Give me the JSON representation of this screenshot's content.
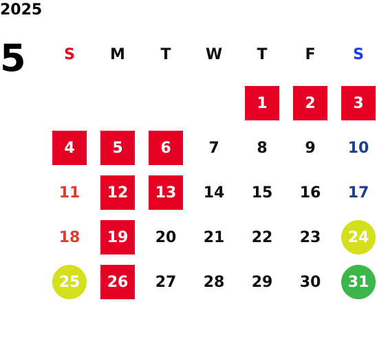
{
  "header": {
    "year": "2025",
    "month": "5"
  },
  "weekdays": [
    {
      "label": "S",
      "color": "#e60023"
    },
    {
      "label": "M",
      "color": "#111111"
    },
    {
      "label": "T",
      "color": "#111111"
    },
    {
      "label": "W",
      "color": "#111111"
    },
    {
      "label": "T",
      "color": "#111111"
    },
    {
      "label": "F",
      "color": "#111111"
    },
    {
      "label": "S",
      "color": "#1a3cf0"
    }
  ],
  "colors": {
    "holiday_red": "#e60023",
    "sunday_text_red": "#e53b2e",
    "saturday_text_blue": "#1b3f95",
    "highlight_yellow": "#d4df1e",
    "highlight_green": "#3cb54a"
  },
  "days": [
    {
      "label": "1",
      "style": "red"
    },
    {
      "label": "2",
      "style": "red"
    },
    {
      "label": "3",
      "style": "red"
    },
    {
      "label": "4",
      "style": "red"
    },
    {
      "label": "5",
      "style": "red"
    },
    {
      "label": "6",
      "style": "red"
    },
    {
      "label": "7",
      "style": "black"
    },
    {
      "label": "8",
      "style": "black"
    },
    {
      "label": "9",
      "style": "black"
    },
    {
      "label": "10",
      "style": "blue"
    },
    {
      "label": "11",
      "style": "redtext"
    },
    {
      "label": "12",
      "style": "red"
    },
    {
      "label": "13",
      "style": "red"
    },
    {
      "label": "14",
      "style": "black"
    },
    {
      "label": "15",
      "style": "black"
    },
    {
      "label": "16",
      "style": "black"
    },
    {
      "label": "17",
      "style": "blue"
    },
    {
      "label": "18",
      "style": "redtext"
    },
    {
      "label": "19",
      "style": "red"
    },
    {
      "label": "20",
      "style": "black"
    },
    {
      "label": "21",
      "style": "black"
    },
    {
      "label": "22",
      "style": "black"
    },
    {
      "label": "23",
      "style": "black"
    },
    {
      "label": "24",
      "style": "circle-yellow"
    },
    {
      "label": "25",
      "style": "circle-yellow"
    },
    {
      "label": "26",
      "style": "red"
    },
    {
      "label": "27",
      "style": "black"
    },
    {
      "label": "28",
      "style": "black"
    },
    {
      "label": "29",
      "style": "black"
    },
    {
      "label": "30",
      "style": "black"
    },
    {
      "label": "31",
      "style": "circle-green"
    }
  ]
}
